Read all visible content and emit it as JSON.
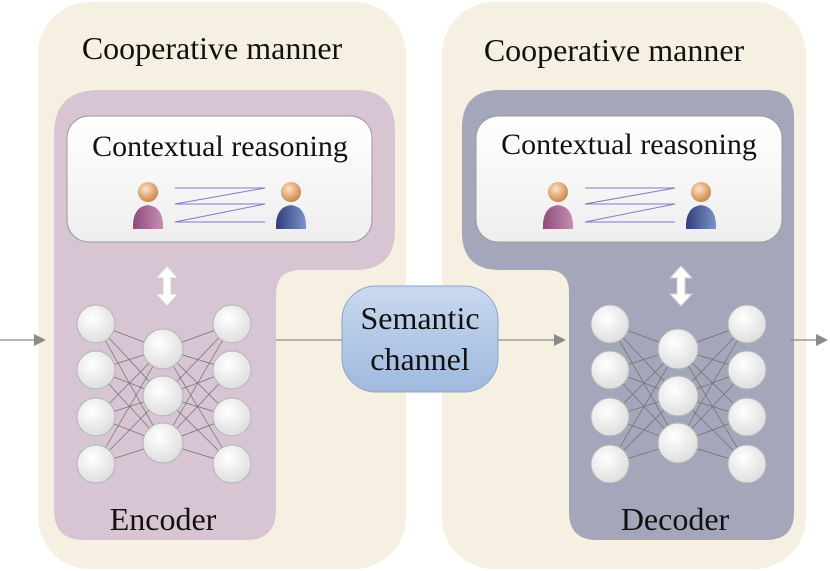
{
  "left_panel": {
    "title": "Cooperative manner",
    "reasoning_title": "Contextual reasoning",
    "network_label": "Encoder"
  },
  "right_panel": {
    "title": "Cooperative manner",
    "reasoning_title": "Contextual reasoning",
    "network_label": "Decoder"
  },
  "channel": {
    "line1": "Semantic",
    "line2": "channel"
  },
  "colors": {
    "outer_panel": "#f5f0e1",
    "encoder_block": "#d8c5d3",
    "decoder_block": "#a4a6ba",
    "channel_fill": "#b2c8e6",
    "node_fill": "#f4f4f4"
  },
  "icons": [
    "person-icon",
    "up-down-arrow-icon",
    "right-arrow-icon"
  ]
}
